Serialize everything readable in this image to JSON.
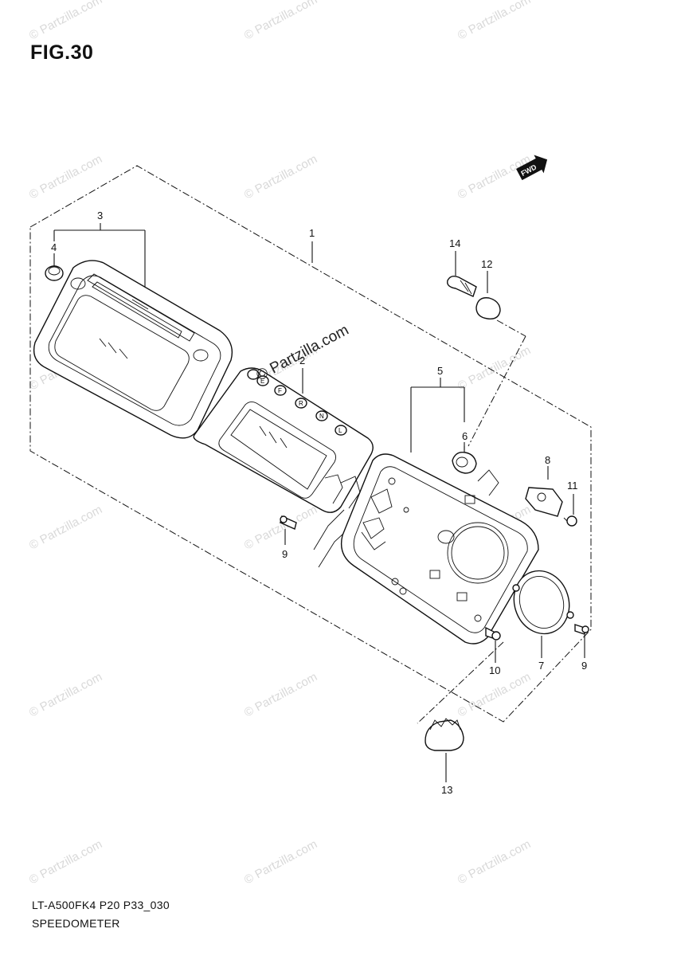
{
  "figure": {
    "title": "FIG.30",
    "code": "LT-A500FK4 P20 P33_030",
    "name": "SPEEDOMETER"
  },
  "direction_badge": {
    "label": "FWD"
  },
  "watermark": {
    "text": "© Partzilla.com",
    "center_text": "© Partzilla.com"
  },
  "callouts": [
    "1",
    "2",
    "3",
    "4",
    "5",
    "6",
    "7",
    "8",
    "9",
    "9",
    "10",
    "11",
    "12",
    "13",
    "14"
  ],
  "meter_markings": [
    "F",
    "R",
    "N",
    "L",
    "E"
  ]
}
